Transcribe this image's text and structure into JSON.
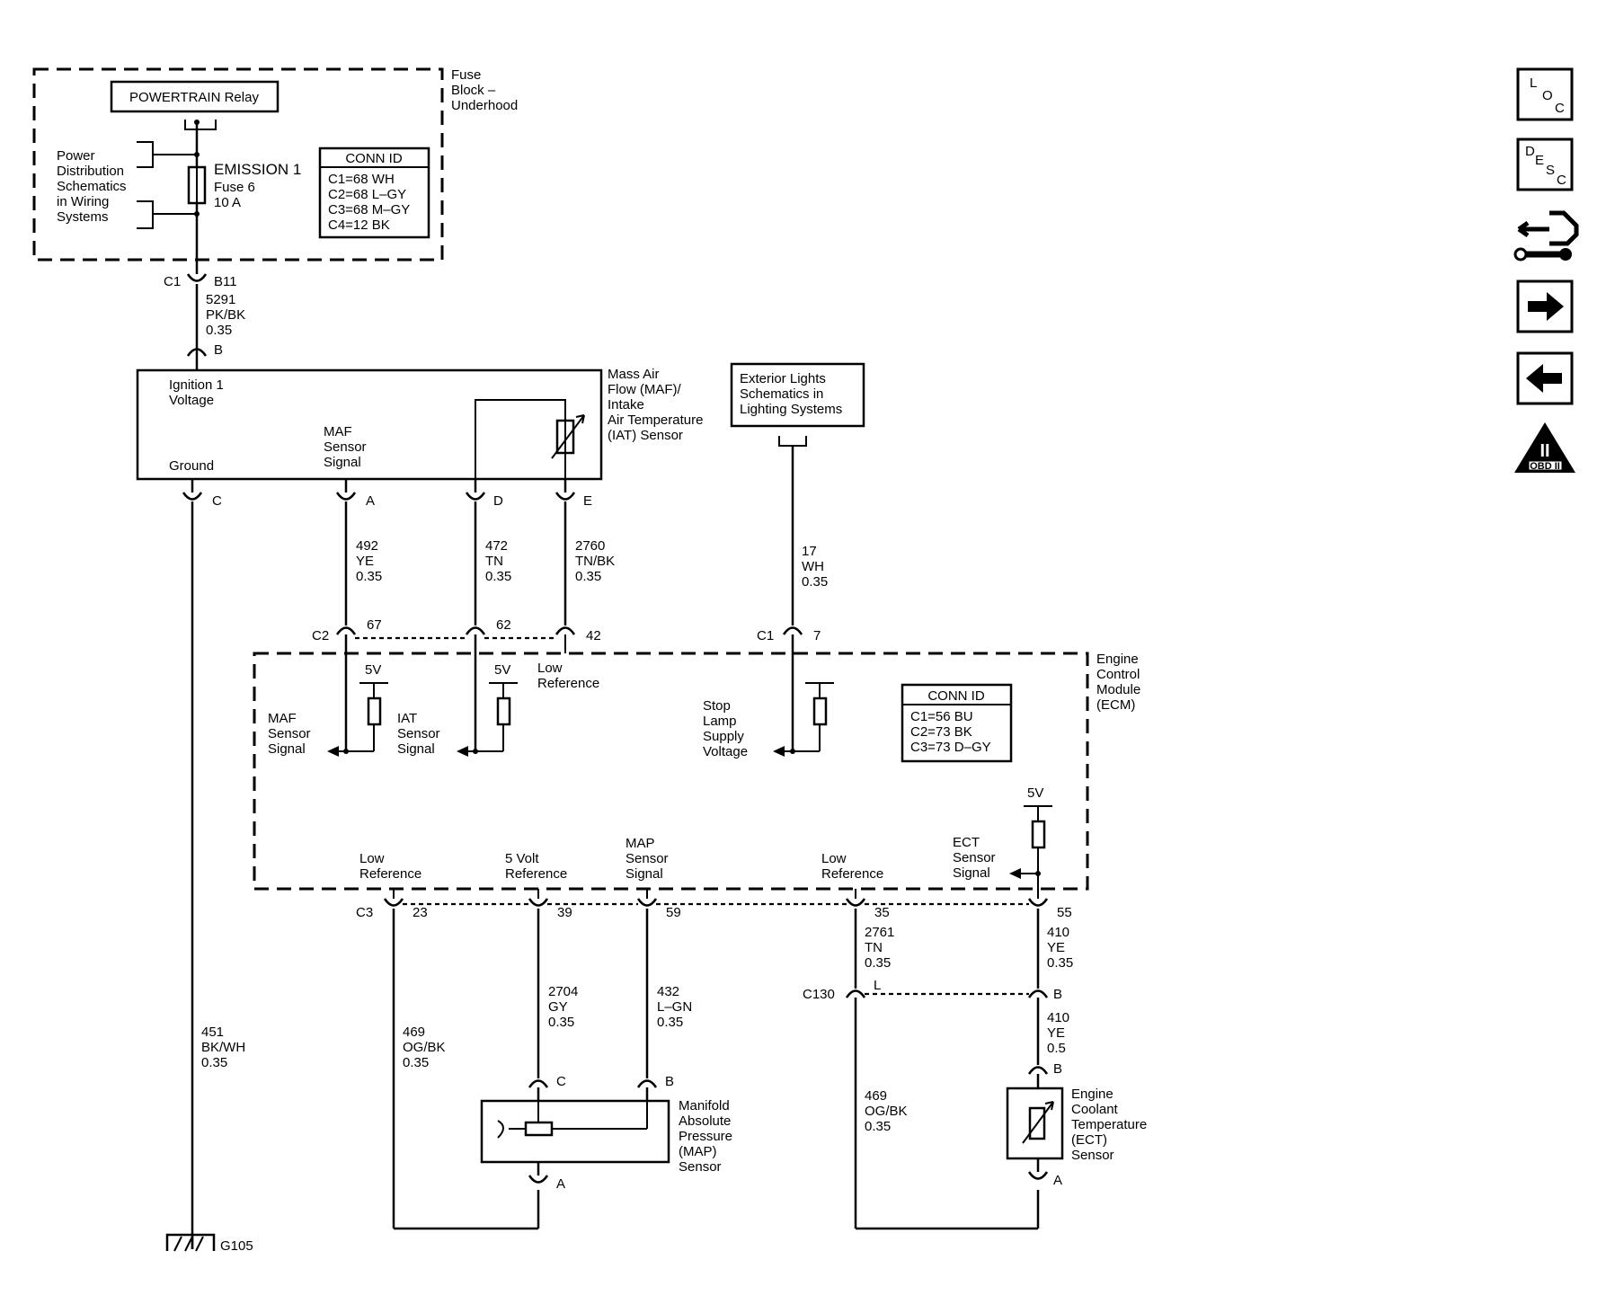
{
  "fuse_block": {
    "title_lines": [
      "Fuse",
      "Block –",
      "Underhood"
    ],
    "relay_label": "POWERTRAIN Relay",
    "power_dist_lines": [
      "Power",
      "Distribution",
      "Schematics",
      "in Wiring",
      "Systems"
    ],
    "fuse_name": "EMISSION 1",
    "fuse_number": "Fuse 6",
    "fuse_rating": "10 A",
    "conn_id_title": "CONN ID",
    "conn_ids": [
      "C1=68 WH",
      "C2=68 L–GY",
      "C3=68 M–GY",
      "C4=12 BK"
    ]
  },
  "fuse_out": {
    "conn": "C1",
    "pin": "B11"
  },
  "wire_5291": [
    "5291",
    "PK/BK",
    "0.35"
  ],
  "maf_sensor": {
    "title_lines": [
      "Mass Air",
      "Flow (MAF)/",
      "Intake",
      "Air Temperature",
      "(IAT) Sensor"
    ],
    "pin_b": "B",
    "ign_lines": [
      "Ignition 1",
      "Voltage"
    ],
    "ground_label": "Ground",
    "signal_lines": [
      "MAF",
      "Sensor",
      "Signal"
    ],
    "pins": {
      "c": "C",
      "a": "A",
      "d": "D",
      "e": "E"
    }
  },
  "wire_492": [
    "492",
    "YE",
    "0.35"
  ],
  "wire_472": [
    "472",
    "TN",
    "0.35"
  ],
  "wire_2760": [
    "2760",
    "TN/BK",
    "0.35"
  ],
  "wire_17": [
    "17",
    "WH",
    "0.35"
  ],
  "wire_451": [
    "451",
    "BK/WH",
    "0.35"
  ],
  "ext_lights_lines": [
    "Exterior Lights",
    "Schematics in",
    "Lighting Systems"
  ],
  "ecm": {
    "title_lines": [
      "Engine",
      "Control",
      "Module",
      "(ECM)"
    ],
    "c2_conn": "C2",
    "c2_pins": [
      "67",
      "62",
      "42"
    ],
    "c1_conn": "C1",
    "c1_pin": "7",
    "five_v": "5V",
    "low_ref_lines": [
      "Low",
      "Reference"
    ],
    "maf_signal_lines": [
      "MAF",
      "Sensor",
      "Signal"
    ],
    "iat_signal_lines": [
      "IAT",
      "Sensor",
      "Signal"
    ],
    "stop_lamp_lines": [
      "Stop",
      "Lamp",
      "Supply",
      "Voltage"
    ],
    "conn_id_title": "CONN ID",
    "conn_ids": [
      "C1=56 BU",
      "C2=73 BK",
      "C3=73 D–GY"
    ],
    "c3_low_ref_lines": [
      "Low",
      "Reference"
    ],
    "five_volt_ref_lines": [
      "5 Volt",
      "Reference"
    ],
    "map_signal_lines": [
      "MAP",
      "Sensor",
      "Signal"
    ],
    "c3_low_ref2_lines": [
      "Low",
      "Reference"
    ],
    "ect_signal_lines": [
      "ECT",
      "Sensor",
      "Signal"
    ],
    "c3_conn": "C3",
    "c3_pins": [
      "23",
      "39",
      "59",
      "35",
      "55"
    ]
  },
  "wire_469a": [
    "469",
    "OG/BK",
    "0.35"
  ],
  "wire_2704": [
    "2704",
    "GY",
    "0.35"
  ],
  "wire_432": [
    "432",
    "L–GN",
    "0.35"
  ],
  "wire_2761": [
    "2761",
    "TN",
    "0.35"
  ],
  "wire_410a": [
    "410",
    "YE",
    "0.35"
  ],
  "c130": {
    "conn": "C130",
    "pin_l": "L",
    "pin_b": "B"
  },
  "wire_410b": [
    "410",
    "YE",
    "0.5"
  ],
  "wire_469b": [
    "469",
    "OG/BK",
    "0.35"
  ],
  "map_sensor": {
    "title_lines": [
      "Manifold",
      "Absolute",
      "Pressure",
      "(MAP)",
      "Sensor"
    ],
    "pins": {
      "c": "C",
      "b": "B",
      "a": "A"
    }
  },
  "ect_sensor": {
    "title_lines": [
      "Engine",
      "Coolant",
      "Temperature",
      "(ECT)",
      "Sensor"
    ],
    "pins": {
      "b": "B",
      "a": "A"
    }
  },
  "ground": {
    "label": "G105"
  },
  "nav": {
    "loc": [
      "L",
      "O",
      "C"
    ],
    "desc": [
      "D",
      "E",
      "S",
      "C"
    ],
    "obd": "OBD II",
    "obd_numeral": "II"
  }
}
